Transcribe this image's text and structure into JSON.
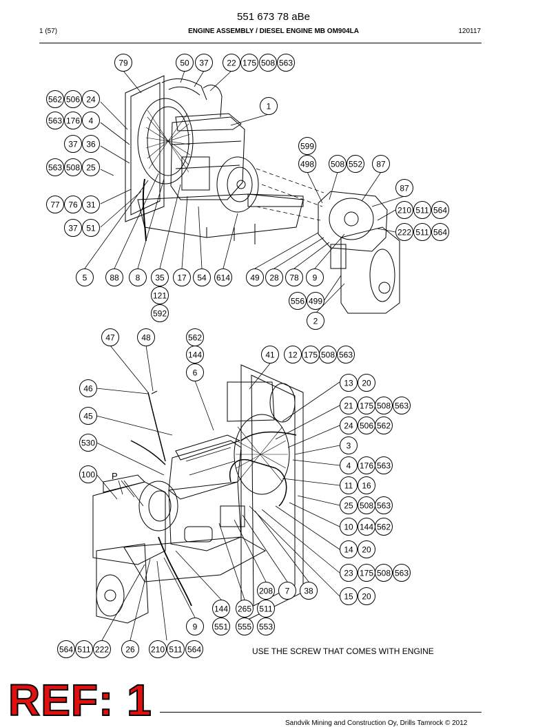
{
  "header": {
    "part_number": "551 673 78 aBe",
    "page": "1 (57)",
    "title": "ENGINE ASSEMBLY / DIESEL ENGINE MB OM904LA",
    "date": "120117"
  },
  "note": "USE THE SCREW THAT COMES WITH ENGINE",
  "callout_p": "P",
  "stamp": "REF: 1",
  "footer": "Sandvik Mining and Construction Oy, Drills Tamrock © 2012",
  "callouts": [
    {
      "label": "79"
    },
    {
      "label": "50"
    },
    {
      "label": "37"
    },
    {
      "label": "22"
    },
    {
      "label": "175"
    },
    {
      "label": "508"
    },
    {
      "label": "563"
    },
    {
      "label": "562"
    },
    {
      "label": "506"
    },
    {
      "label": "24"
    },
    {
      "label": "1"
    },
    {
      "label": "563"
    },
    {
      "label": "176"
    },
    {
      "label": "4"
    },
    {
      "label": "37"
    },
    {
      "label": "36"
    },
    {
      "label": "599"
    },
    {
      "label": "563"
    },
    {
      "label": "508"
    },
    {
      "label": "25"
    },
    {
      "label": "498"
    },
    {
      "label": "508"
    },
    {
      "label": "552"
    },
    {
      "label": "87"
    },
    {
      "label": "87"
    },
    {
      "label": "77"
    },
    {
      "label": "76"
    },
    {
      "label": "31"
    },
    {
      "label": "210"
    },
    {
      "label": "511"
    },
    {
      "label": "564"
    },
    {
      "label": "37"
    },
    {
      "label": "51"
    },
    {
      "label": "222"
    },
    {
      "label": "511"
    },
    {
      "label": "564"
    },
    {
      "label": "5"
    },
    {
      "label": "88"
    },
    {
      "label": "8"
    },
    {
      "label": "35"
    },
    {
      "label": "17"
    },
    {
      "label": "54"
    },
    {
      "label": "614"
    },
    {
      "label": "49"
    },
    {
      "label": "28"
    },
    {
      "label": "78"
    },
    {
      "label": "9"
    },
    {
      "label": "121"
    },
    {
      "label": "556"
    },
    {
      "label": "499"
    },
    {
      "label": "592"
    },
    {
      "label": "2"
    },
    {
      "label": "47"
    },
    {
      "label": "48"
    },
    {
      "label": "562"
    },
    {
      "label": "144"
    },
    {
      "label": "41"
    },
    {
      "label": "12"
    },
    {
      "label": "175"
    },
    {
      "label": "508"
    },
    {
      "label": "563"
    },
    {
      "label": "6"
    },
    {
      "label": "13"
    },
    {
      "label": "20"
    },
    {
      "label": "46"
    },
    {
      "label": "21"
    },
    {
      "label": "175"
    },
    {
      "label": "508"
    },
    {
      "label": "563"
    },
    {
      "label": "45"
    },
    {
      "label": "24"
    },
    {
      "label": "506"
    },
    {
      "label": "562"
    },
    {
      "label": "530"
    },
    {
      "label": "3"
    },
    {
      "label": "4"
    },
    {
      "label": "176"
    },
    {
      "label": "563"
    },
    {
      "label": "100"
    },
    {
      "label": "11"
    },
    {
      "label": "16"
    },
    {
      "label": "25"
    },
    {
      "label": "508"
    },
    {
      "label": "563"
    },
    {
      "label": "10"
    },
    {
      "label": "144"
    },
    {
      "label": "562"
    },
    {
      "label": "14"
    },
    {
      "label": "20"
    },
    {
      "label": "23"
    },
    {
      "label": "175"
    },
    {
      "label": "508"
    },
    {
      "label": "563"
    },
    {
      "label": "208"
    },
    {
      "label": "7"
    },
    {
      "label": "38"
    },
    {
      "label": "15"
    },
    {
      "label": "20"
    },
    {
      "label": "144"
    },
    {
      "label": "265"
    },
    {
      "label": "511"
    },
    {
      "label": "9"
    },
    {
      "label": "551"
    },
    {
      "label": "555"
    },
    {
      "label": "553"
    },
    {
      "label": "564"
    },
    {
      "label": "511"
    },
    {
      "label": "222"
    },
    {
      "label": "26"
    },
    {
      "label": "210"
    },
    {
      "label": "511"
    },
    {
      "label": "564"
    }
  ]
}
